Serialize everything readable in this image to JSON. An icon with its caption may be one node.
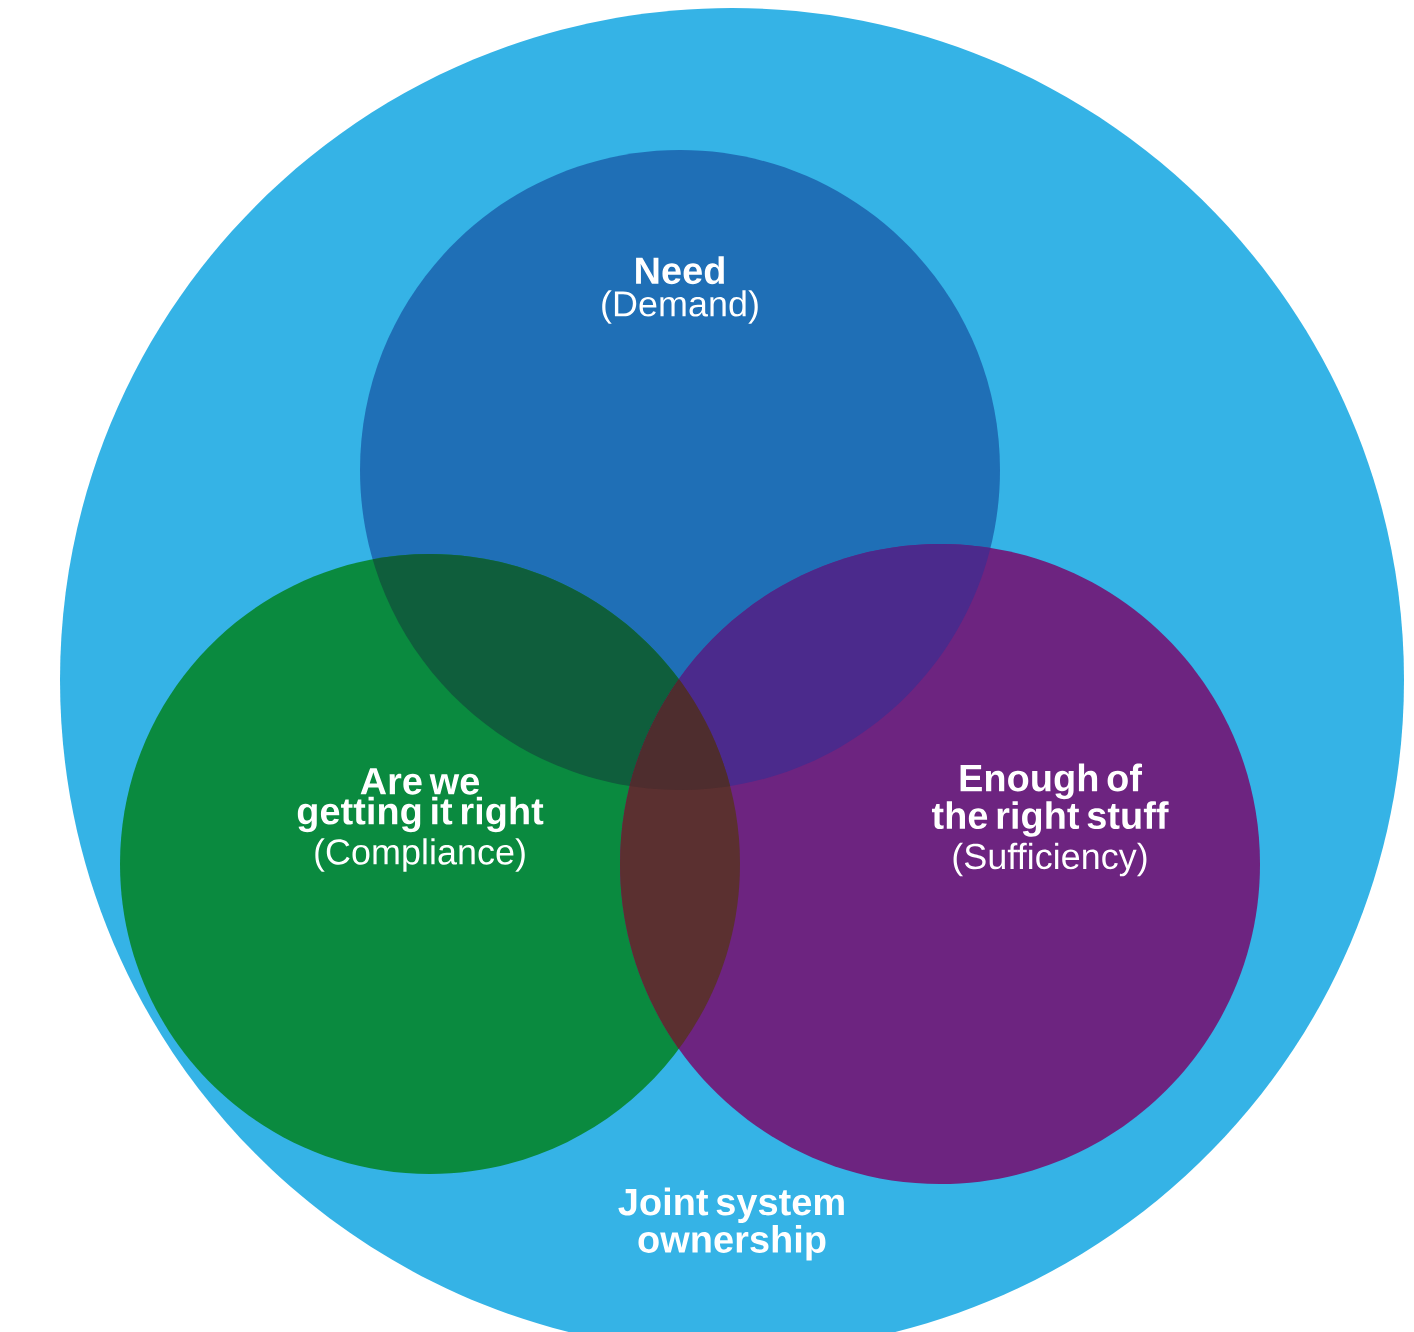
{
  "diagram": {
    "nodes": [
      {
        "text": [
          "Joint system ownership"
        ]
      },
      {
        "text": [
          "Need",
          "(Demand)"
        ],
        "in": 0
      },
      {
        "text": [
          "Are we getting it right",
          "(Compliance)"
        ],
        "in": 0
      },
      {
        "text": [
          "Enough of the right stuff",
          "(Sufficiency)"
        ],
        "in": 0
      }
    ]
  }
}
